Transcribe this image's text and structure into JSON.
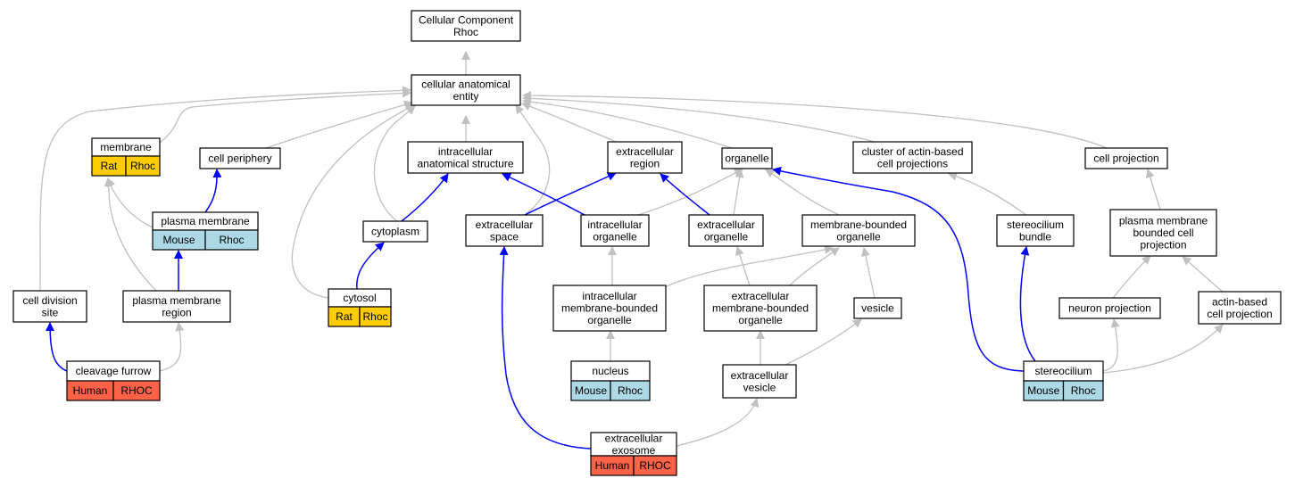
{
  "palette": {
    "gray_edge": "#c0c0c0",
    "blue_edge": "#0000ff",
    "rat": "#ffcc00",
    "mouse": "#add8e6",
    "human": "#ff6347",
    "box_fill": "#ffffff",
    "box_stroke": "#000000"
  },
  "nodes": [
    {
      "id": "root",
      "lines": [
        "Cellular Component",
        "Rhoc"
      ]
    },
    {
      "id": "cae",
      "lines": [
        "cellular anatomical",
        "entity"
      ]
    },
    {
      "id": "membrane",
      "lines": [
        "membrane"
      ],
      "species": [
        "Rat",
        "Rhoc"
      ],
      "color": "rat"
    },
    {
      "id": "cellperiph",
      "lines": [
        "cell periphery"
      ]
    },
    {
      "id": "ias",
      "lines": [
        "intracellular",
        "anatomical structure"
      ]
    },
    {
      "id": "exreg",
      "lines": [
        "extracellular",
        "region"
      ]
    },
    {
      "id": "organelle",
      "lines": [
        "organelle"
      ]
    },
    {
      "id": "cluster",
      "lines": [
        "cluster of actin-based",
        "cell projections"
      ]
    },
    {
      "id": "cellproj",
      "lines": [
        "cell projection"
      ]
    },
    {
      "id": "plasmamem",
      "lines": [
        "plasma membrane"
      ],
      "species": [
        "Mouse",
        "Rhoc"
      ],
      "color": "mouse"
    },
    {
      "id": "cytoplasm",
      "lines": [
        "cytoplasm"
      ]
    },
    {
      "id": "exspace",
      "lines": [
        "extracellular",
        "space"
      ]
    },
    {
      "id": "intorg",
      "lines": [
        "intracellular",
        "organelle"
      ]
    },
    {
      "id": "exorg",
      "lines": [
        "extracellular",
        "organelle"
      ]
    },
    {
      "id": "mborg",
      "lines": [
        "membrane-bounded",
        "organelle"
      ]
    },
    {
      "id": "sbundle",
      "lines": [
        "stereocilium",
        "bundle"
      ]
    },
    {
      "id": "pmbcp",
      "lines": [
        "plasma membrane",
        "bounded cell",
        "projection"
      ]
    },
    {
      "id": "celldiv",
      "lines": [
        "cell division",
        "site"
      ]
    },
    {
      "id": "pmregion",
      "lines": [
        "plasma membrane",
        "region"
      ]
    },
    {
      "id": "cytosol",
      "lines": [
        "cytosol"
      ],
      "species": [
        "Rat",
        "Rhoc"
      ],
      "color": "rat"
    },
    {
      "id": "imbo",
      "lines": [
        "intracellular",
        "membrane-bounded",
        "organelle"
      ]
    },
    {
      "id": "embo",
      "lines": [
        "extracellular",
        "membrane-bounded",
        "organelle"
      ]
    },
    {
      "id": "vesicle",
      "lines": [
        "vesicle"
      ]
    },
    {
      "id": "neuronproj",
      "lines": [
        "neuron projection"
      ]
    },
    {
      "id": "actinproj",
      "lines": [
        "actin-based",
        "cell projection"
      ]
    },
    {
      "id": "cleavage",
      "lines": [
        "cleavage furrow"
      ],
      "species": [
        "Human",
        "RHOC"
      ],
      "color": "human"
    },
    {
      "id": "nucleus",
      "lines": [
        "nucleus"
      ],
      "species": [
        "Mouse",
        "Rhoc"
      ],
      "color": "mouse"
    },
    {
      "id": "exvesicle",
      "lines": [
        "extracellular",
        "vesicle"
      ]
    },
    {
      "id": "stereocilium",
      "lines": [
        "stereocilium"
      ],
      "species": [
        "Mouse",
        "Rhoc"
      ],
      "color": "mouse"
    },
    {
      "id": "exosome",
      "lines": [
        "extracellular",
        "exosome"
      ],
      "species": [
        "Human",
        "RHOC"
      ],
      "color": "human"
    }
  ]
}
